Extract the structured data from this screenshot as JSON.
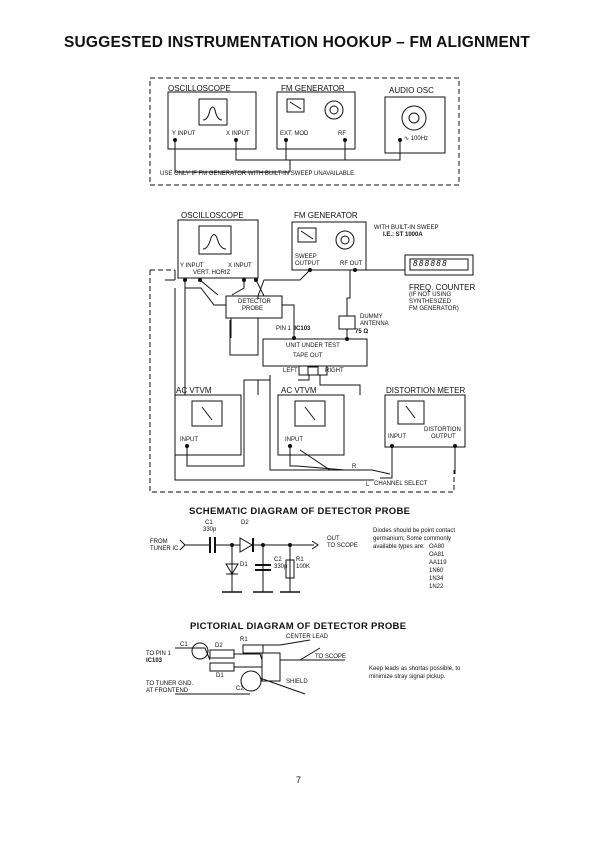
{
  "page": {
    "title": "SUGGESTED INSTRUMENTATION HOOKUP – FM ALIGNMENT",
    "page_number": "7"
  },
  "top": {
    "osc_label": "OSCILLOSCOPE",
    "fm_label": "FM GENERATOR",
    "audio_label": "AUDIO OSC",
    "y_input": "Y INPUT",
    "x_input": "X INPUT",
    "ext_mod": "EXT. MOD",
    "rf": "RF",
    "freq": "100Hz",
    "note": "USE ONLY IF FM GENERATOR WITH BUILT-IN SWEEP UNAVAILABLE."
  },
  "mid": {
    "osc_label": "OSCILLOSCOPE",
    "fm_label": "FM GENERATOR",
    "sweep_note": "WITH BUILT-IN SWEEP",
    "sweep_model": "I.E.: ST 1000A",
    "y_input": "Y INPUT",
    "x_input": "X INPUT",
    "vert_horiz": "VERT. HORIZ",
    "sweep_output": "SWEEP",
    "sweep_output2": "OUTPUT",
    "rf_out": "RF OUT",
    "counter_display": "888888",
    "freq_counter": "FREQ. COUNTER",
    "fc_note1": "(IF NOT USING",
    "fc_note2": "SYNTHESIZED",
    "fc_note3": "FM GENERATOR)",
    "detector_probe1": "DETECTOR",
    "detector_probe2": "PROBE",
    "dummy1": "DUMMY",
    "dummy2": "ANTENNA",
    "dummy_ohm": "75 Ω",
    "pin1": "PIN 1",
    "ic103": "IC103",
    "uut1": "UNIT UNDER TEST",
    "uut2": "TAPE OUT",
    "left": "LEFT",
    "right": "RIGHT",
    "acvtvm1": "AC VTVM",
    "acvtvm2": "AC VTVM",
    "distortion_meter": "DISTORTION METER",
    "input1": "INPUT",
    "input2": "INPUT",
    "dist_input": "INPUT",
    "dist_output": "OUTPUT",
    "distortion": "DISTORTION",
    "r": "R",
    "l": "L",
    "channel_select": "CHANNEL SELECT"
  },
  "schematic": {
    "title": "SCHEMATIC DIAGRAM OF DETECTOR PROBE",
    "c1": "C1",
    "c1_val": "330p",
    "d2": "D2",
    "from1": "FROM",
    "from2": "TUNER IC",
    "d1": "D1",
    "c2": "C2",
    "c2_val": "330p",
    "r1": "R1",
    "r1_val": "100K",
    "out1": "OUT",
    "out2": "TO SCOPE",
    "note_lines": [
      "Diodes should be point contact",
      "germanium; Some commonly",
      "available types are:"
    ],
    "diode_types": [
      "OA80",
      "OA81",
      "AA119",
      "1N60",
      "1N34",
      "1N22"
    ]
  },
  "pictorial": {
    "title": "PICTORIAL DIAGRAM OF DETECTOR PROBE",
    "r1": "R1",
    "center_lead": "CENTER LEAD",
    "c1": "C1",
    "d2": "D2",
    "to_pin1": "TO PIN 1",
    "ic103": "IC103",
    "to_scope": "TO SCOPE",
    "d1": "D1",
    "c2": "C2",
    "shield": "SHIELD",
    "gnd1": "TO TUNER GND.",
    "gnd2": "AT FRONTEND",
    "keep1": "Keep leads as shortas possible, to",
    "keep2": "minimize stray signal pickup."
  }
}
